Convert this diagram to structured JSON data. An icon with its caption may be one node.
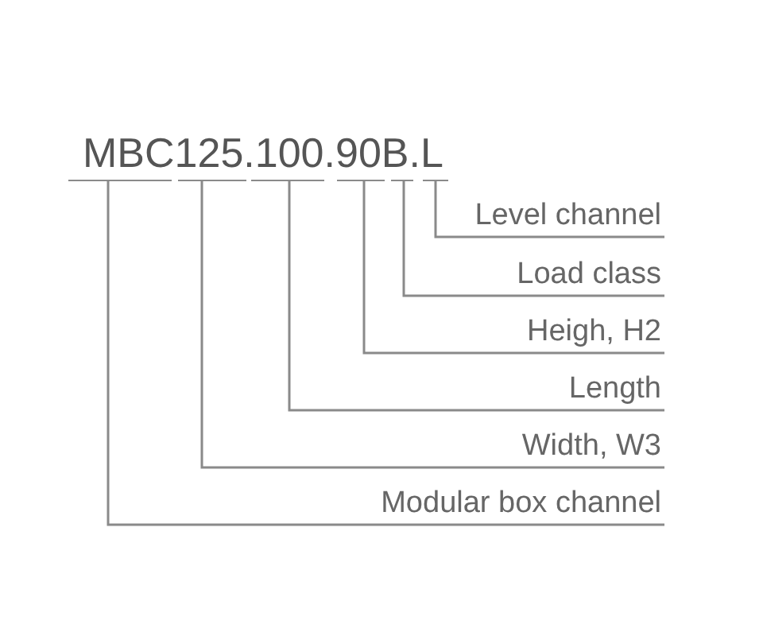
{
  "diagram": {
    "nodes": [
      {
        "text": [],
        "shape": "bar"
      },
      {
        "text": [],
        "shape": "bar"
      },
      {
        "text": [],
        "shape": "bar"
      },
      {
        "text": [],
        "shape": "bar"
      },
      {
        "text": [],
        "shape": "bar"
      },
      {
        "text": [],
        "shape": "bar"
      },
      {
        "text": [
          "Level channel"
        ]
      },
      {
        "text": [
          "Load class"
        ]
      },
      {
        "text": [
          "Heigh, H2"
        ]
      },
      {
        "text": [
          "Length"
        ]
      },
      {
        "text": [
          "Width, W3"
        ]
      },
      {
        "text": [
          "Modular box channel"
        ]
      }
    ],
    "edges": [
      {
        "from": 6,
        "to": 5,
        "arrow": "none"
      },
      {
        "from": 7,
        "to": 4,
        "arrow": "none"
      },
      {
        "from": 8,
        "to": 3,
        "arrow": "none"
      },
      {
        "from": 9,
        "to": 2,
        "arrow": "none"
      },
      {
        "from": 10,
        "to": 1,
        "arrow": "none"
      },
      {
        "from": 11,
        "to": 0,
        "arrow": "none"
      }
    ],
    "labels": [
      "MBC125.100.90B.L"
    ]
  }
}
